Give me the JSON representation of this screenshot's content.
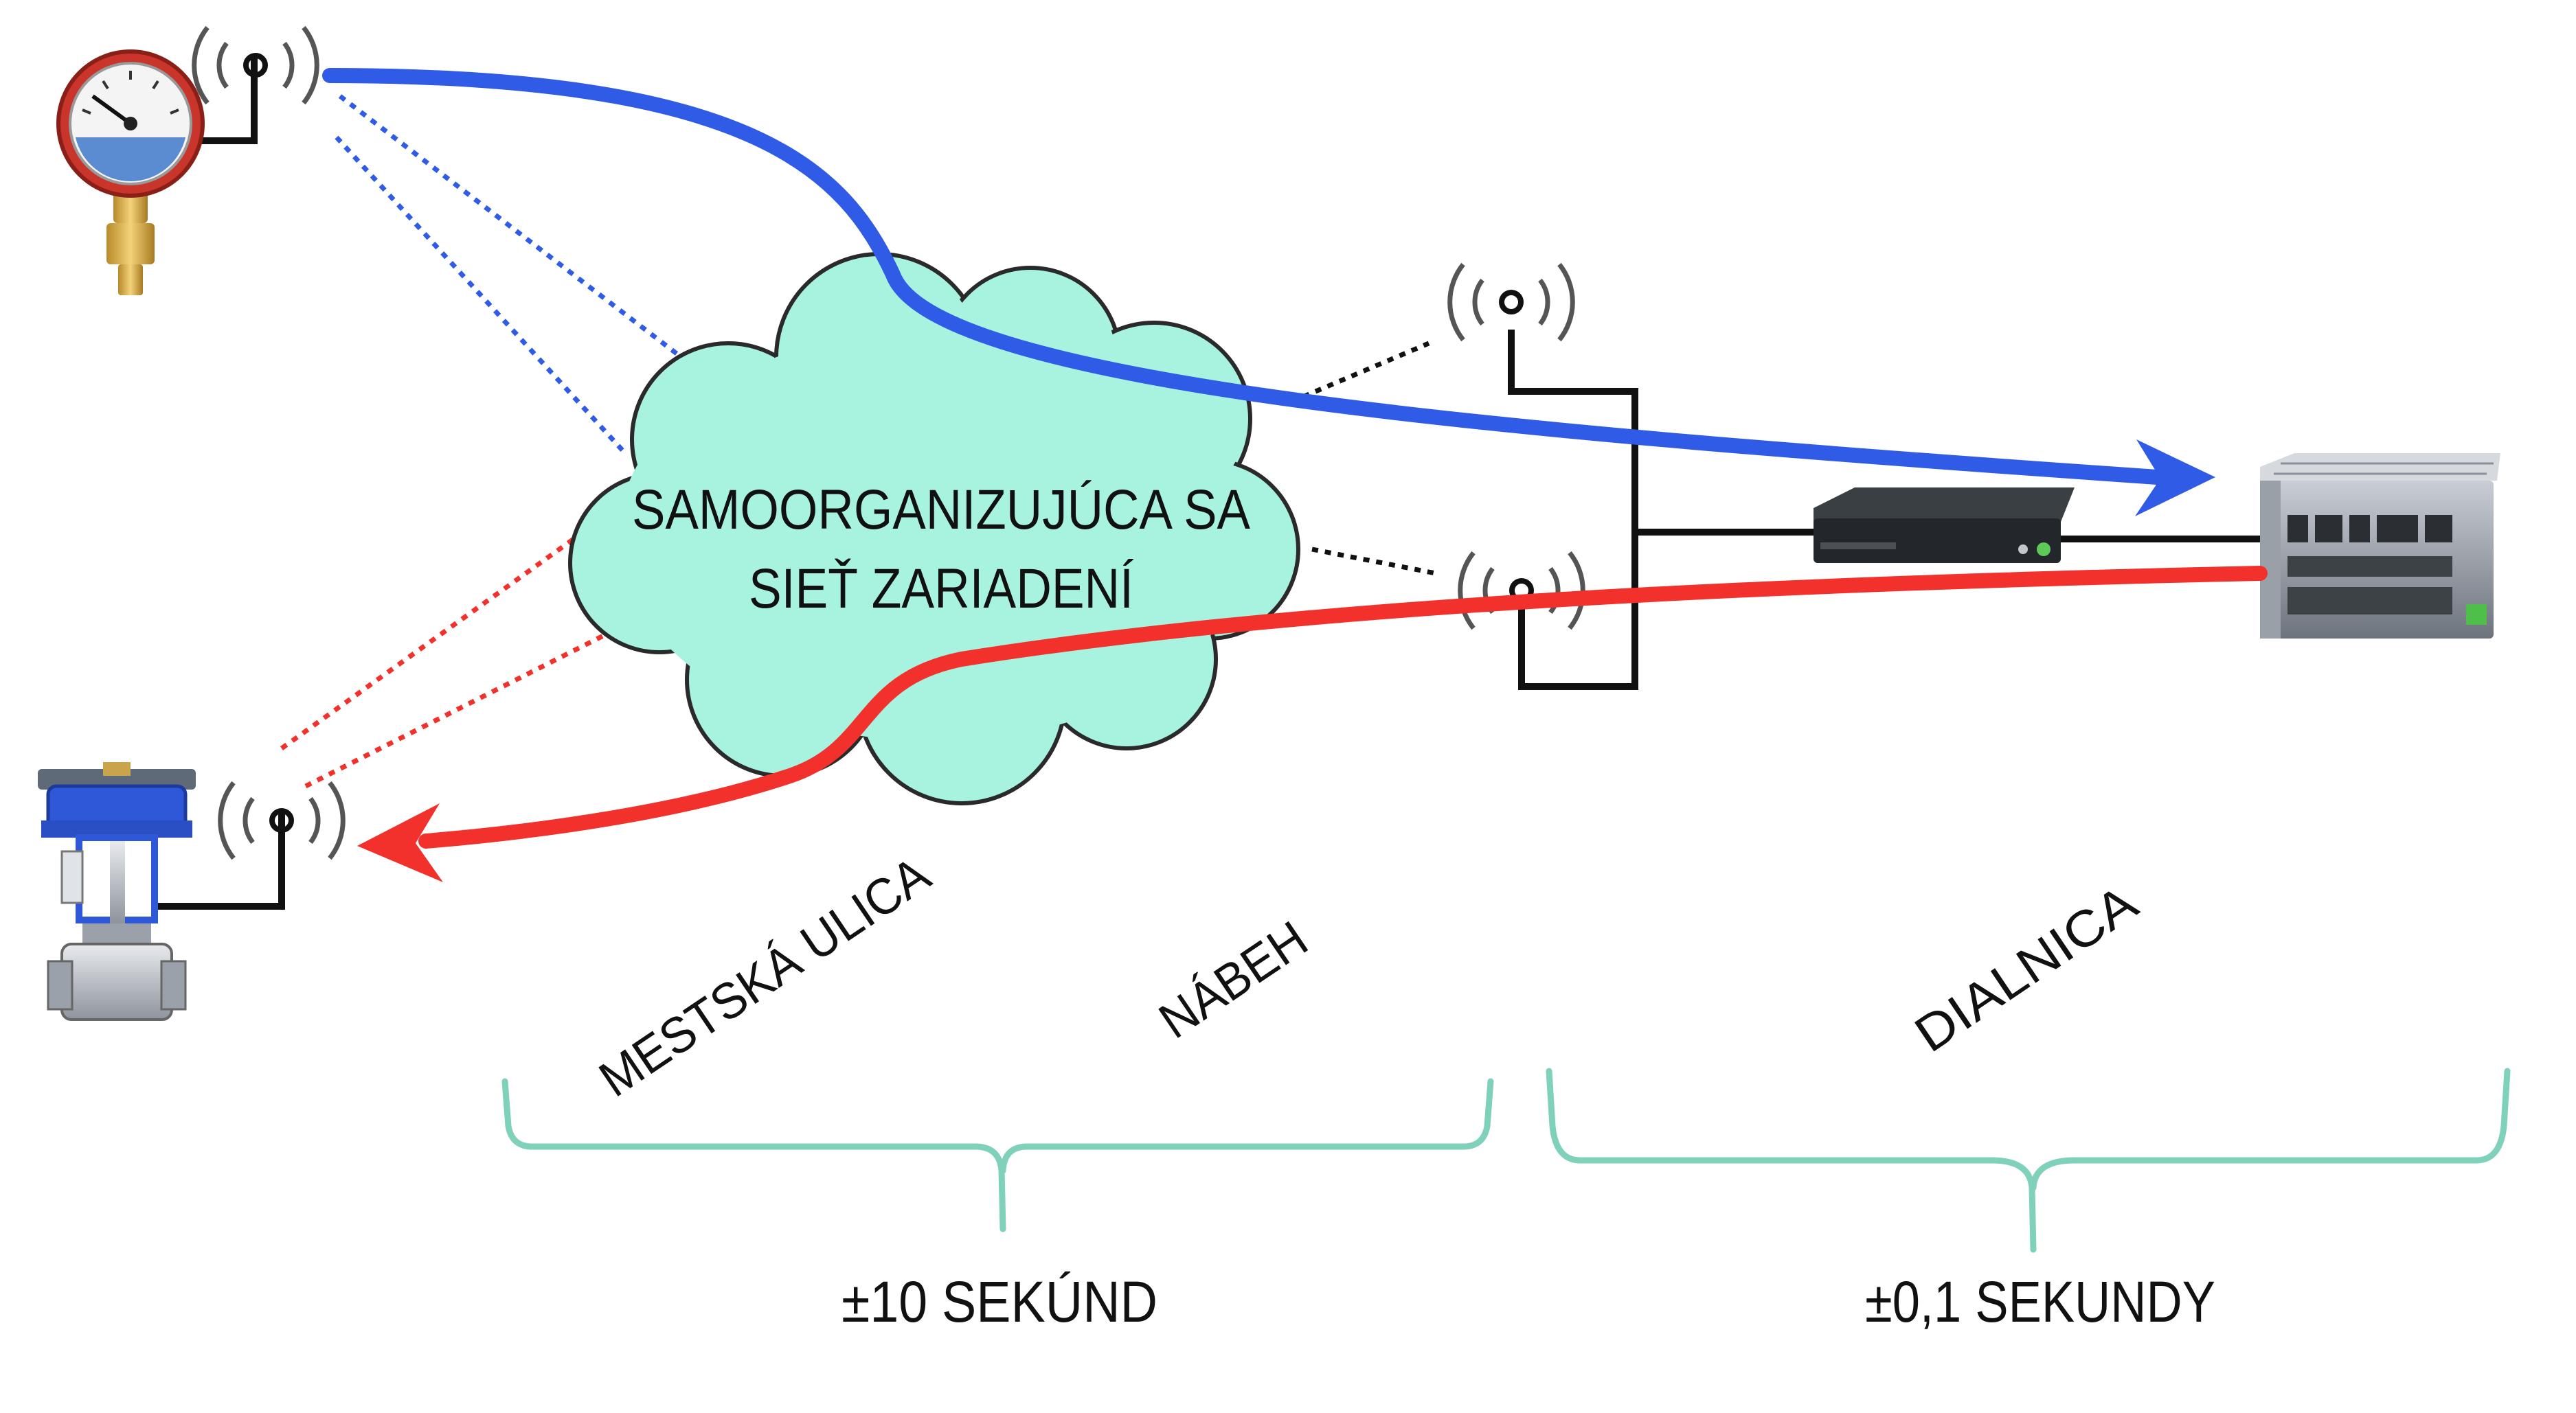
{
  "cloud": {
    "line1": "SAMOORGANIZUJÚCA SA",
    "line2": "SIEŤ ZARIADENÍ"
  },
  "zones": {
    "city_street": "MESTSKÁ ULICA",
    "ramp": "NÁBEH",
    "highway": "DIALNICA"
  },
  "timing": {
    "left": "±10 SEKÚND",
    "right": "±0,1 SEKUNDY"
  },
  "colors": {
    "sensor_path": "#2f5be6",
    "actuator_path": "#f2302c",
    "cloud_fill": "#a8f2e0",
    "brace": "#7fd1b9",
    "wiring": "#111111"
  },
  "icons": {
    "sensor": "pressure-gauge-icon",
    "actuator": "control-valve-icon",
    "antenna": "wireless-antenna-icon",
    "gateway": "network-switch-icon",
    "controller": "industrial-pc-icon"
  }
}
